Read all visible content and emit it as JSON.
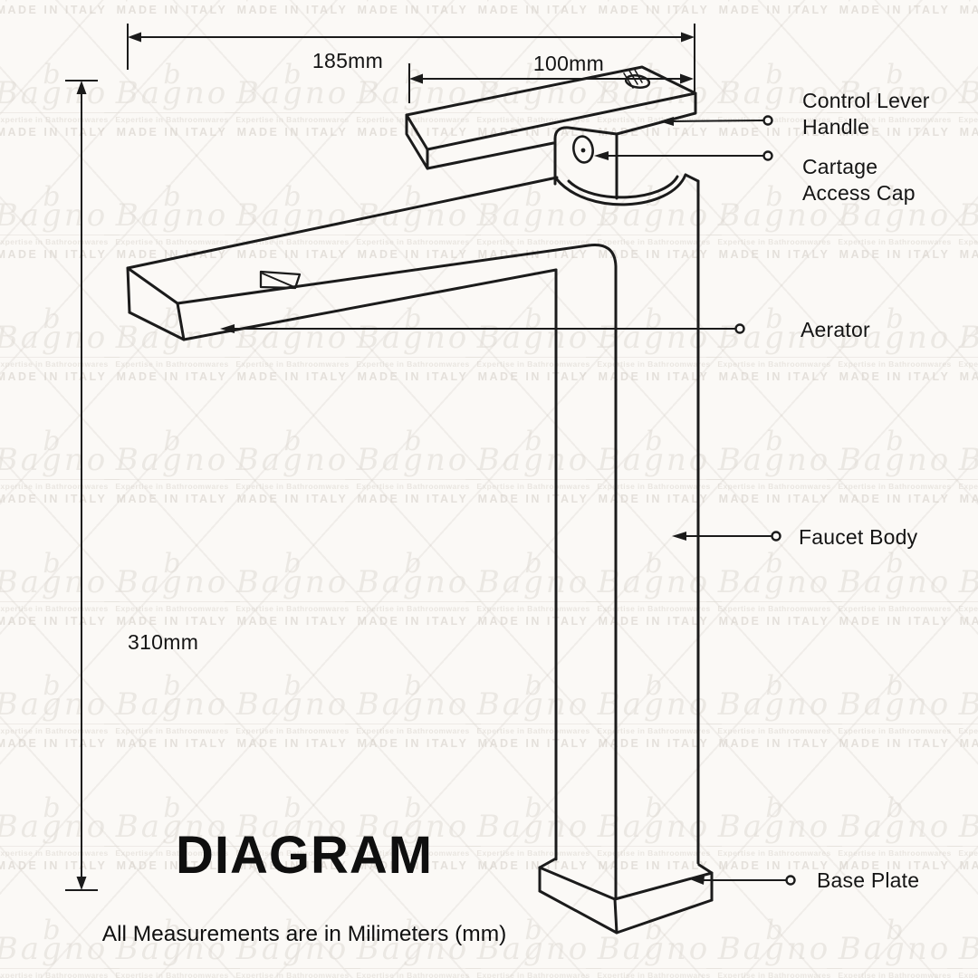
{
  "title": "DIAGRAM",
  "footnote": "All Measurements are in Milimeters (mm)",
  "dimensions": {
    "overall_length": "185mm",
    "handle_length": "100mm",
    "total_height": "310mm"
  },
  "callouts": {
    "control_lever": {
      "line1": "Control Lever",
      "line2": "Handle"
    },
    "cartage_cap": {
      "line1": "Cartage",
      "line2": "Access Cap"
    },
    "aerator": "Aerator",
    "faucet_body": "Faucet Body",
    "base_plate": "Base Plate"
  },
  "watermark": {
    "monogram": "b",
    "brand": "Bagno",
    "tagline": "Expertise in Bathroomwares",
    "origin": "MADE IN ITALY"
  },
  "colors": {
    "ink": "#1b1b1b",
    "background": "#fbf9f6",
    "watermark": "#d9d4cd"
  }
}
